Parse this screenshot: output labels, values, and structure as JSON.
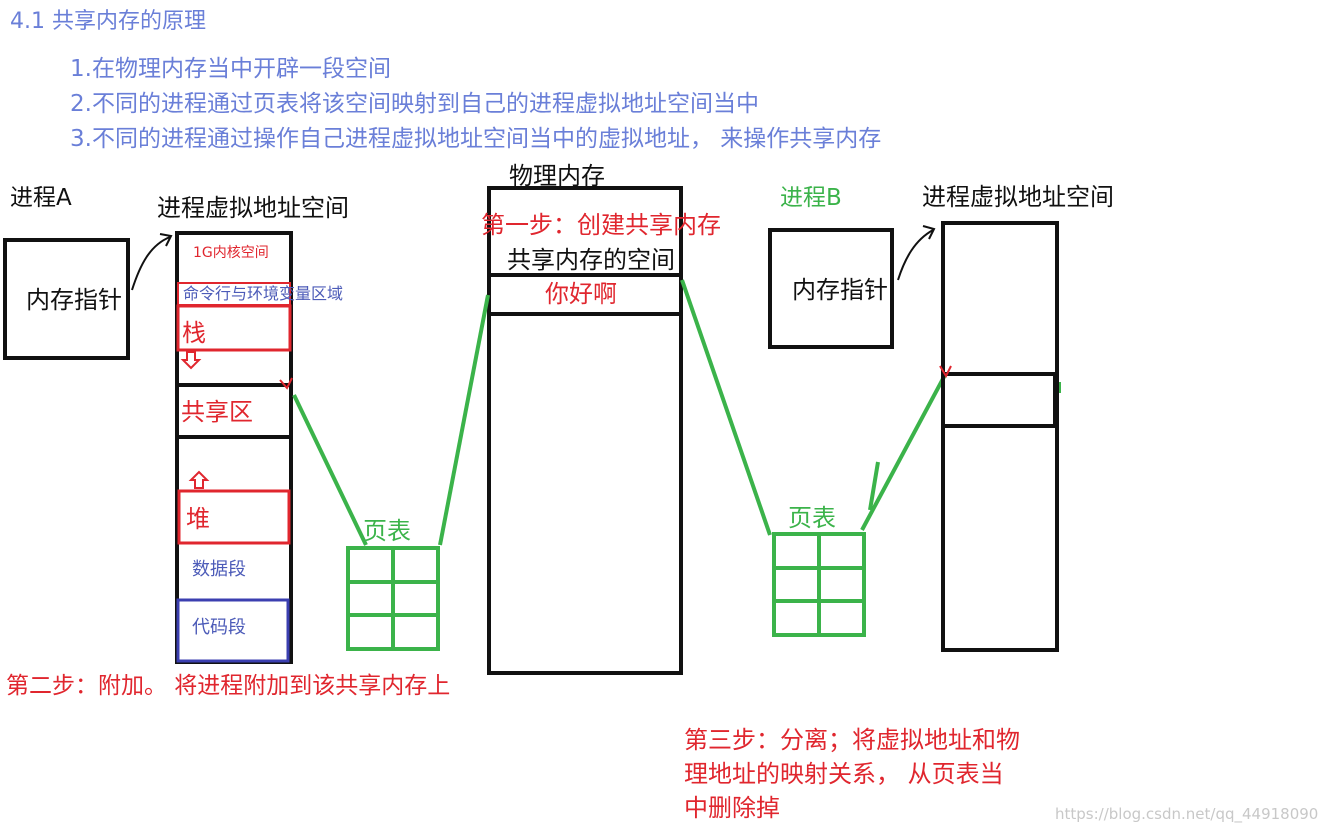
{
  "heading": "4.1 共享内存的原理",
  "steps": [
    "1.在物理内存当中开辟一段空间",
    "2.不同的进程通过页表将该空间映射到自己的进程虚拟地址空间当中",
    "3.不同的进程通过操作自己进程虚拟地址空间当中的虚拟地址， 来操作共享内存"
  ],
  "process_a": {
    "label": "进程A",
    "pointer_label": "内存指针",
    "vas_title": "进程虚拟地址空间",
    "segments": {
      "kernel": "1G内核空间",
      "env": "命令行与环境变量区域",
      "stack": "栈",
      "shared": "共享区",
      "heap": "堆",
      "data": "数据段",
      "code": "代码段"
    }
  },
  "physical": {
    "title": "物理内存",
    "step1": "第一步：创建共享内存",
    "shm_title": "共享内存的空间",
    "content": "你好啊"
  },
  "page_table_left": "页表",
  "page_table_right": "页表",
  "process_b": {
    "label": "进程B",
    "pointer_label": "内存指针",
    "vas_title": "进程虚拟地址空间"
  },
  "step2": "第二步：附加。 将进程附加到该共享内存上",
  "step3_lines": [
    "第三步：分离；将虚拟地址和物",
    "理地址的映射关系， 从页表当",
    "中删除掉"
  ],
  "watermark": "https://blog.csdn.net/qq_44918090",
  "colors": {
    "heading": "#6a7fd8",
    "red": "#e0262e",
    "green": "#3bb34a",
    "navy": "#4c5bb8",
    "black": "#111111"
  }
}
